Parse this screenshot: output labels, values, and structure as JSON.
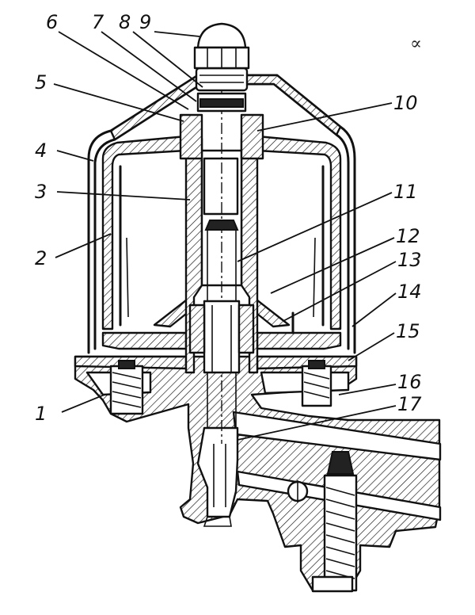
{
  "corner_mark": "∝",
  "callouts": [
    {
      "id": "1",
      "text": "1"
    },
    {
      "id": "2",
      "text": "2"
    },
    {
      "id": "3",
      "text": "3"
    },
    {
      "id": "4",
      "text": "4"
    },
    {
      "id": "5",
      "text": "5"
    },
    {
      "id": "6",
      "text": "6"
    },
    {
      "id": "7",
      "text": "7"
    },
    {
      "id": "8",
      "text": "8"
    },
    {
      "id": "9",
      "text": "9"
    },
    {
      "id": "10",
      "text": "10"
    },
    {
      "id": "11",
      "text": "11"
    },
    {
      "id": "12",
      "text": "12"
    },
    {
      "id": "13",
      "text": "13"
    },
    {
      "id": "14",
      "text": "14"
    },
    {
      "id": "15",
      "text": "15"
    },
    {
      "id": "16",
      "text": "16"
    },
    {
      "id": "17",
      "text": "17"
    }
  ]
}
